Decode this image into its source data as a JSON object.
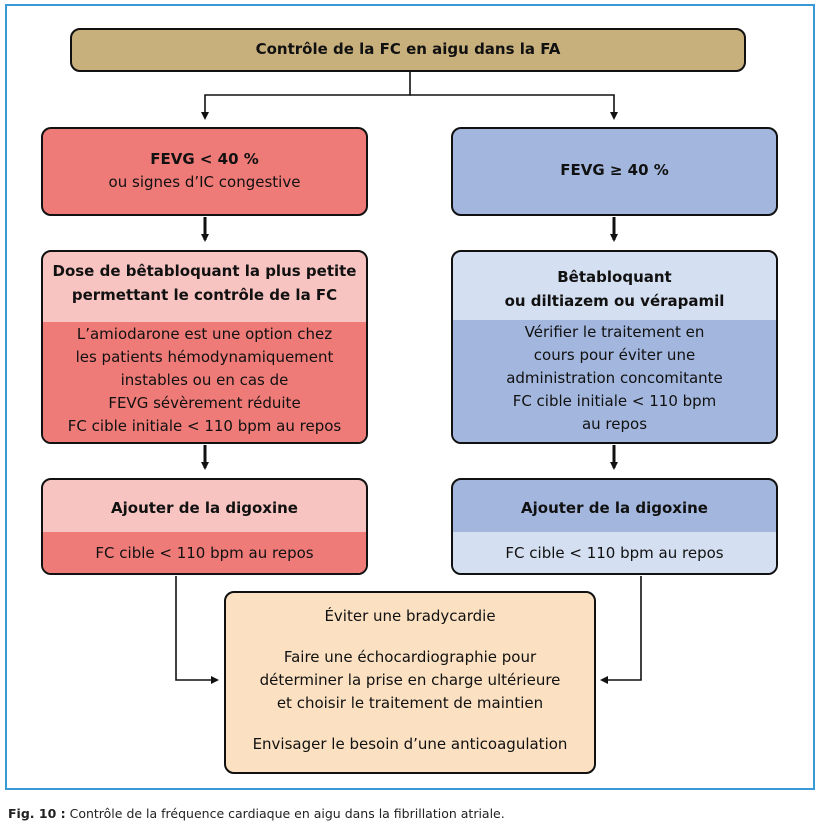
{
  "title": "Contrôle de la FC en aigu dans la FA",
  "left": {
    "header_bold": "FEVG < 40 %",
    "header_sub": "ou signes d’IC congestive",
    "step1_title_l1": "Dose de bêtabloquant la plus petite",
    "step1_title_l2": "permettant le contrôle de la FC",
    "step1_body": [
      "L’amiodarone est une option chez",
      "les patients hémodynamiquement",
      "instables  ou en cas de",
      "FEVG sévèrement réduite",
      "FC cible initiale < 110 bpm au repos"
    ],
    "step2_title": "Ajouter de la digoxine",
    "step2_body": "FC cible < 110 bpm au repos"
  },
  "right": {
    "header_bold": "FEVG ≥ 40 %",
    "step1_title_l1": "Bêtabloquant",
    "step1_title_l2": "ou diltiazem ou vérapamil",
    "step1_body": [
      "Vérifier le traitement en",
      "cours pour éviter une",
      "administration concomitante",
      "FC cible initiale < 110 bpm",
      "au repos"
    ],
    "step2_title": "Ajouter de la digoxine",
    "step2_body": "FC cible < 110 bpm au repos"
  },
  "final": {
    "line1": "Éviter une bradycardie",
    "line2a": "Faire une échocardiographie pour",
    "line2b": "déterminer la prise en charge ultérieure",
    "line2c": "et choisir le traitement de maintien",
    "line3": "Envisager le besoin d’une anticoagulation"
  },
  "caption": {
    "label": "Fig. 10 :",
    "text": " Contrôle de la fréquence cardiaque en aigu dans la fibrillation atriale."
  },
  "colors": {
    "title_fill": "#c8b07c",
    "red_dark": "#ef7b78",
    "red_light": "#f7c4c1",
    "blue_dark": "#a3b7de",
    "blue_light": "#d4dff1",
    "peach": "#fbe1c2",
    "frame": "#3a9ad9"
  }
}
